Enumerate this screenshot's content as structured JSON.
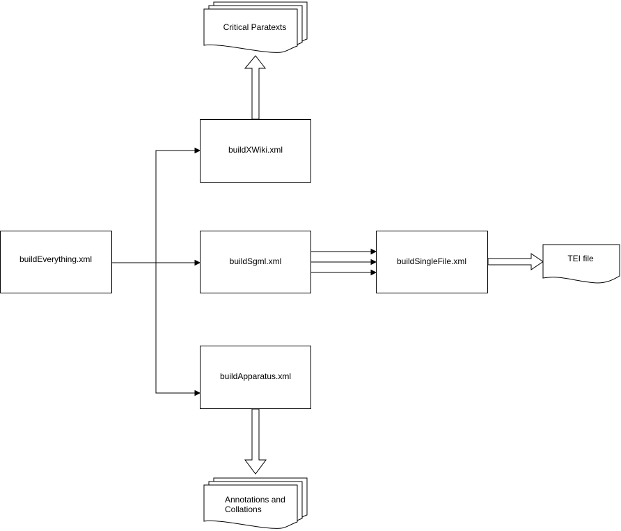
{
  "nodes": {
    "build_everything": "buildEverything.xml",
    "build_xwiki": "buildXWiki.xml",
    "build_sgml": "buildSgml.xml",
    "build_apparatus": "buildApparatus.xml",
    "build_single_file": "buildSingleFile.xml"
  },
  "outputs": {
    "critical_paratexts": "Critical Paratexts",
    "tei_file": "TEI file",
    "annotations_line1": "Annotations and",
    "annotations_line2": "Collations"
  }
}
